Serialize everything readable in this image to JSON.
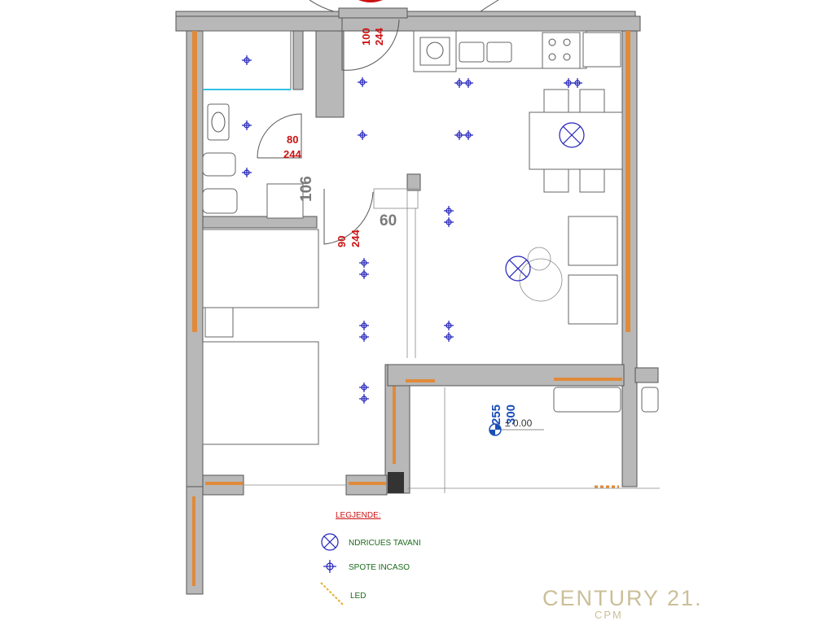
{
  "door_labels": {
    "entrance_width": "100",
    "entrance_height": "244",
    "bath_width": "80",
    "bath_height": "244",
    "bedroom_width": "90",
    "bedroom_height": "244"
  },
  "dimensions": {
    "wall_106": "106",
    "wall_60": "60"
  },
  "terrace": {
    "level_a": "255",
    "level_b": "300",
    "elevation": "± 0.00"
  },
  "legend": {
    "title": "LEGJENDE:",
    "ceiling_light_label": "NDRICUES TAVANI",
    "spot_label": "SPOTE INCASO",
    "led_label": "LED",
    "ceiling_light_icon": "ceiling-light-icon",
    "spot_icon": "recessed-spot-icon",
    "led_icon": "led-strip-icon"
  },
  "watermark": {
    "brand": "CENTURY 21.",
    "sub": "CPM"
  },
  "colors": {
    "door_text": "#cc1111",
    "spot": "#2222bb",
    "legend_text": "#1a6a1a",
    "wall_insulation": "#e08a3a",
    "watermark": "#cbbf98"
  }
}
